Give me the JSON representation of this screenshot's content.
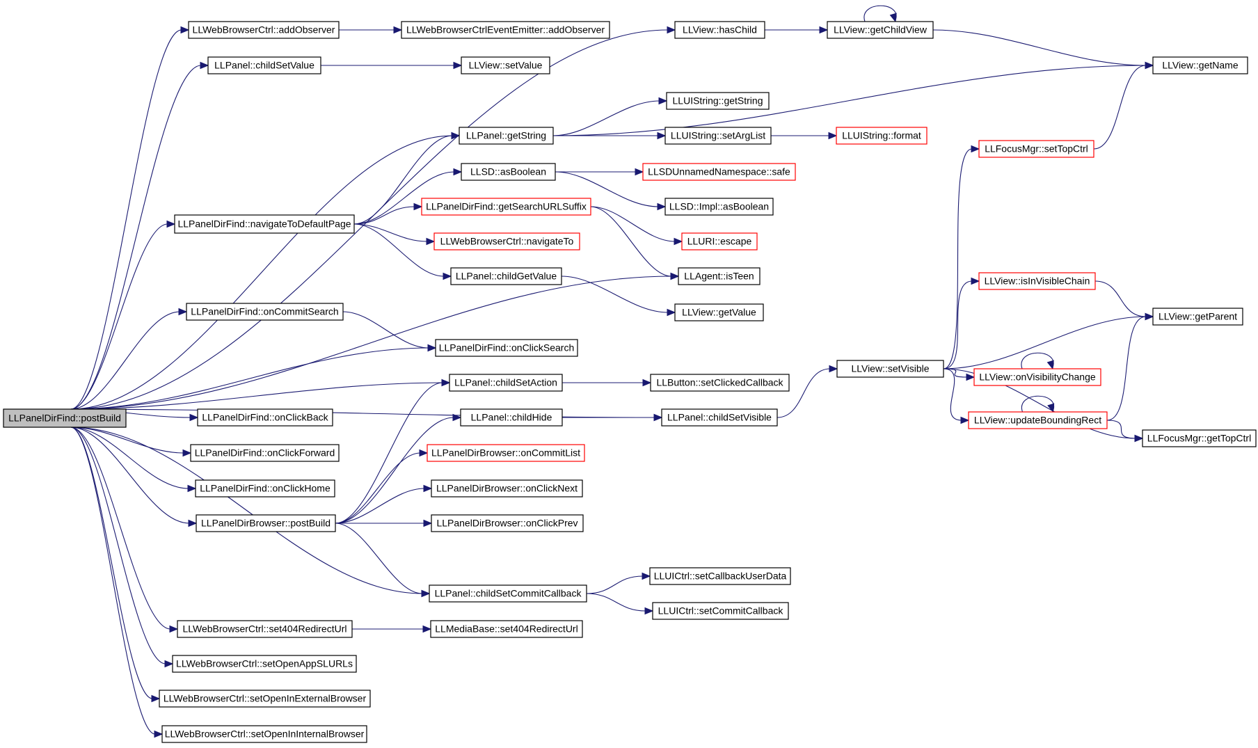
{
  "colors": {
    "edge": "#191970",
    "node_border": "#000000",
    "truncated_border": "#ff0000",
    "root_fill": "#bfbfbf"
  },
  "nodes": [
    {
      "id": "root",
      "label": "LLPanelDirFind::postBuild",
      "style": "root"
    },
    {
      "id": "wbAddObs",
      "label": "LLWebBrowserCtrl::addObserver",
      "style": "normal"
    },
    {
      "id": "wbEmitAddObs",
      "label": "LLWebBrowserCtrlEventEmitter::addObserver",
      "style": "normal"
    },
    {
      "id": "childSetValue",
      "label": "LLPanel::childSetValue",
      "style": "normal"
    },
    {
      "id": "viewSetValue",
      "label": "LLView::setValue",
      "style": "normal"
    },
    {
      "id": "hasChild",
      "label": "LLView::hasChild",
      "style": "normal"
    },
    {
      "id": "getChildView",
      "label": "LLView::getChildView",
      "style": "normal"
    },
    {
      "id": "getName",
      "label": "LLView::getName",
      "style": "normal"
    },
    {
      "id": "uiGetString",
      "label": "LLUIString::getString",
      "style": "normal"
    },
    {
      "id": "panelGetString",
      "label": "LLPanel::getString",
      "style": "normal"
    },
    {
      "id": "setArgList",
      "label": "LLUIString::setArgList",
      "style": "normal"
    },
    {
      "id": "uiFormat",
      "label": "LLUIString::format",
      "style": "truncated"
    },
    {
      "id": "focusSetTop",
      "label": "LLFocusMgr::setTopCtrl",
      "style": "truncated"
    },
    {
      "id": "asBoolean",
      "label": "LLSD::asBoolean",
      "style": "normal"
    },
    {
      "id": "unnamedSafe",
      "label": "LLSDUnnamedNamespace::safe",
      "style": "truncated"
    },
    {
      "id": "implAsBoolean",
      "label": "LLSD::Impl::asBoolean",
      "style": "normal"
    },
    {
      "id": "navDefault",
      "label": "LLPanelDirFind::navigateToDefaultPage",
      "style": "normal"
    },
    {
      "id": "getSearchSuffix",
      "label": "LLPanelDirFind::getSearchURLSuffix",
      "style": "truncated"
    },
    {
      "id": "uriEscape",
      "label": "LLURI::escape",
      "style": "truncated"
    },
    {
      "id": "wbNavigateTo",
      "label": "LLWebBrowserCtrl::navigateTo",
      "style": "truncated"
    },
    {
      "id": "childGetValue",
      "label": "LLPanel::childGetValue",
      "style": "normal"
    },
    {
      "id": "isTeen",
      "label": "LLAgent::isTeen",
      "style": "normal"
    },
    {
      "id": "viewGetValue",
      "label": "LLView::getValue",
      "style": "normal"
    },
    {
      "id": "isInVisibleChain",
      "label": "LLView::isInVisibleChain",
      "style": "truncated"
    },
    {
      "id": "getParent",
      "label": "LLView::getParent",
      "style": "normal"
    },
    {
      "id": "onCommitSearch",
      "label": "LLPanelDirFind::onCommitSearch",
      "style": "normal"
    },
    {
      "id": "onClickSearch",
      "label": "LLPanelDirFind::onClickSearch",
      "style": "normal"
    },
    {
      "id": "childSetAction",
      "label": "LLPanel::childSetAction",
      "style": "normal"
    },
    {
      "id": "setClickedCb",
      "label": "LLButton::setClickedCallback",
      "style": "normal"
    },
    {
      "id": "setVisible",
      "label": "LLView::setVisible",
      "style": "normal"
    },
    {
      "id": "onVisChange",
      "label": "LLView::onVisibilityChange",
      "style": "truncated"
    },
    {
      "id": "onClickBack",
      "label": "LLPanelDirFind::onClickBack",
      "style": "normal"
    },
    {
      "id": "childHide",
      "label": "LLPanel::childHide",
      "style": "normal"
    },
    {
      "id": "childSetVisible",
      "label": "LLPanel::childSetVisible",
      "style": "normal"
    },
    {
      "id": "updBounding",
      "label": "LLView::updateBoundingRect",
      "style": "truncated"
    },
    {
      "id": "focusGetTop",
      "label": "LLFocusMgr::getTopCtrl",
      "style": "normal"
    },
    {
      "id": "onClickForward",
      "label": "LLPanelDirFind::onClickForward",
      "style": "normal"
    },
    {
      "id": "commitList",
      "label": "LLPanelDirBrowser::onCommitList",
      "style": "truncated"
    },
    {
      "id": "onClickHome",
      "label": "LLPanelDirFind::onClickHome",
      "style": "normal"
    },
    {
      "id": "clickNext",
      "label": "LLPanelDirBrowser::onClickNext",
      "style": "normal"
    },
    {
      "id": "browserPostBuild",
      "label": "LLPanelDirBrowser::postBuild",
      "style": "normal"
    },
    {
      "id": "clickPrev",
      "label": "LLPanelDirBrowser::onClickPrev",
      "style": "normal"
    },
    {
      "id": "setCbUserData",
      "label": "LLUICtrl::setCallbackUserData",
      "style": "normal"
    },
    {
      "id": "childSetCommitCb",
      "label": "LLPanel::childSetCommitCallback",
      "style": "normal"
    },
    {
      "id": "setCommitCb",
      "label": "LLUICtrl::setCommitCallback",
      "style": "normal"
    },
    {
      "id": "set404",
      "label": "LLWebBrowserCtrl::set404RedirectUrl",
      "style": "normal"
    },
    {
      "id": "mediaSet404",
      "label": "LLMediaBase::set404RedirectUrl",
      "style": "normal"
    },
    {
      "id": "setOpenSlurl",
      "label": "LLWebBrowserCtrl::setOpenAppSLURLs",
      "style": "normal"
    },
    {
      "id": "setOpenExt",
      "label": "LLWebBrowserCtrl::setOpenInExternalBrowser",
      "style": "normal"
    },
    {
      "id": "setOpenInt",
      "label": "LLWebBrowserCtrl::setOpenInInternalBrowser",
      "style": "normal"
    }
  ],
  "edges": [
    [
      "root",
      "wbAddObs"
    ],
    [
      "root",
      "childSetValue"
    ],
    [
      "root",
      "hasChild"
    ],
    [
      "root",
      "panelGetString"
    ],
    [
      "root",
      "navDefault"
    ],
    [
      "root",
      "isTeen"
    ],
    [
      "root",
      "onCommitSearch"
    ],
    [
      "root",
      "onClickSearch"
    ],
    [
      "root",
      "childSetAction"
    ],
    [
      "root",
      "onClickBack"
    ],
    [
      "root",
      "onClickForward"
    ],
    [
      "root",
      "onClickHome"
    ],
    [
      "root",
      "browserPostBuild"
    ],
    [
      "root",
      "childSetVisible"
    ],
    [
      "root",
      "childSetCommitCb"
    ],
    [
      "root",
      "set404"
    ],
    [
      "root",
      "setOpenSlurl"
    ],
    [
      "root",
      "setOpenExt"
    ],
    [
      "root",
      "setOpenInt"
    ],
    [
      "wbAddObs",
      "wbEmitAddObs"
    ],
    [
      "childSetValue",
      "viewSetValue"
    ],
    [
      "hasChild",
      "getChildView"
    ],
    [
      "getChildView",
      "getChildView"
    ],
    [
      "getChildView",
      "getName"
    ],
    [
      "panelGetString",
      "uiGetString"
    ],
    [
      "panelGetString",
      "setArgList"
    ],
    [
      "panelGetString",
      "getName"
    ],
    [
      "setArgList",
      "uiFormat"
    ],
    [
      "navDefault",
      "panelGetString"
    ],
    [
      "navDefault",
      "asBoolean"
    ],
    [
      "navDefault",
      "getSearchSuffix"
    ],
    [
      "navDefault",
      "wbNavigateTo"
    ],
    [
      "navDefault",
      "childGetValue"
    ],
    [
      "asBoolean",
      "unnamedSafe"
    ],
    [
      "asBoolean",
      "implAsBoolean"
    ],
    [
      "getSearchSuffix",
      "uriEscape"
    ],
    [
      "getSearchSuffix",
      "isTeen"
    ],
    [
      "childGetValue",
      "viewGetValue"
    ],
    [
      "onCommitSearch",
      "onClickSearch"
    ],
    [
      "childSetAction",
      "setClickedCb"
    ],
    [
      "browserPostBuild",
      "childSetAction"
    ],
    [
      "browserPostBuild",
      "childHide"
    ],
    [
      "browserPostBuild",
      "commitList"
    ],
    [
      "browserPostBuild",
      "clickNext"
    ],
    [
      "browserPostBuild",
      "clickPrev"
    ],
    [
      "browserPostBuild",
      "childSetCommitCb"
    ],
    [
      "childHide",
      "childSetVisible"
    ],
    [
      "childSetVisible",
      "setVisible"
    ],
    [
      "setVisible",
      "focusSetTop"
    ],
    [
      "setVisible",
      "isInVisibleChain"
    ],
    [
      "setVisible",
      "getParent"
    ],
    [
      "setVisible",
      "onVisChange"
    ],
    [
      "setVisible",
      "updBounding"
    ],
    [
      "setVisible",
      "focusGetTop"
    ],
    [
      "focusSetTop",
      "getName"
    ],
    [
      "isInVisibleChain",
      "getParent"
    ],
    [
      "onVisChange",
      "onVisChange"
    ],
    [
      "updBounding",
      "updBounding"
    ],
    [
      "updBounding",
      "getParent"
    ],
    [
      "updBounding",
      "focusGetTop"
    ],
    [
      "childSetCommitCb",
      "setCbUserData"
    ],
    [
      "childSetCommitCb",
      "setCommitCb"
    ],
    [
      "set404",
      "mediaSet404"
    ]
  ]
}
